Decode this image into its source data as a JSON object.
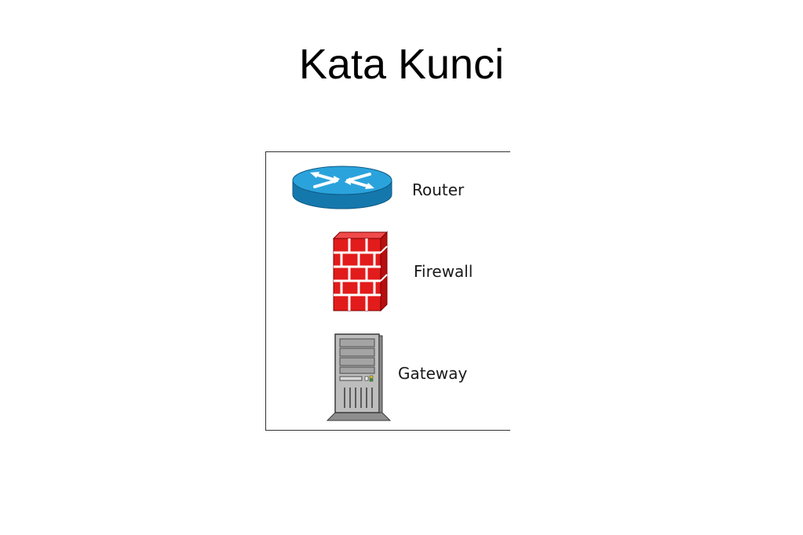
{
  "slide": {
    "title": "Kata Kunci"
  },
  "legend": {
    "items": [
      {
        "label": "Router",
        "icon": "router-icon"
      },
      {
        "label": "Firewall",
        "icon": "firewall-icon"
      },
      {
        "label": "Gateway",
        "icon": "gateway-server-icon"
      }
    ]
  },
  "colors": {
    "router": "#1e90c8",
    "firewall": "#e21b1b",
    "gateway": "#b5b5b5"
  }
}
